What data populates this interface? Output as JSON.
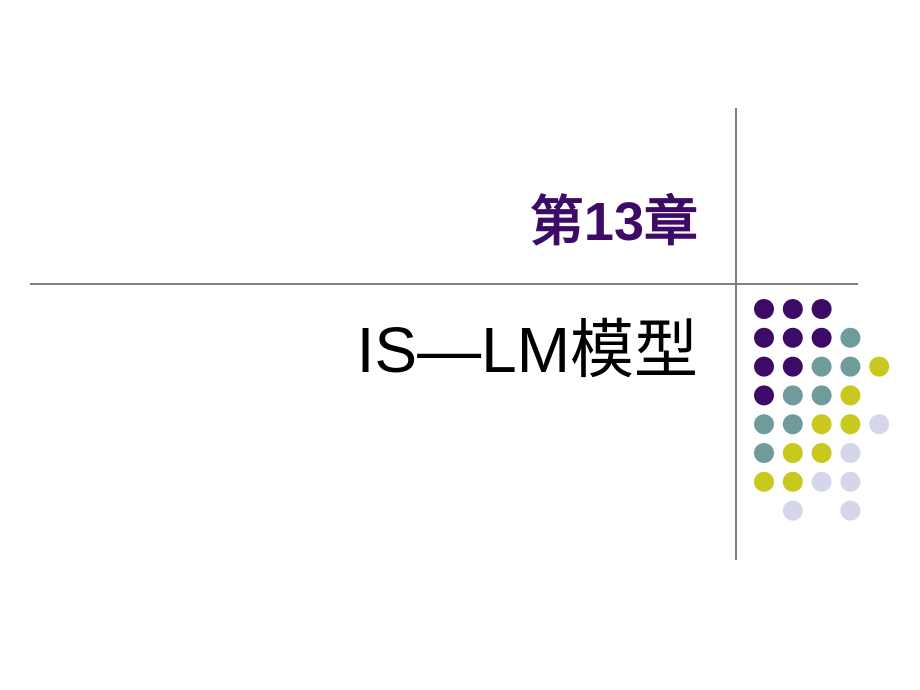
{
  "slide": {
    "chapter_title": "第13章",
    "subtitle": "IS—LM模型"
  },
  "colors": {
    "title": "#3d0a66",
    "rule": "#808080",
    "dot_purple": "#3d0a66",
    "dot_teal": "#6f9b9b",
    "dot_yellow": "#c8c81e",
    "dot_lavender": "#d6d6ea"
  },
  "dot_pattern": [
    [
      "purple",
      "purple",
      "purple",
      null,
      null
    ],
    [
      "purple",
      "purple",
      "purple",
      "teal",
      null
    ],
    [
      "purple",
      "purple",
      "teal",
      "teal",
      "yellow"
    ],
    [
      "purple",
      "teal",
      "teal",
      "yellow",
      null
    ],
    [
      "teal",
      "teal",
      "yellow",
      "yellow",
      "lavender"
    ],
    [
      "teal",
      "yellow",
      "yellow",
      "lavender",
      null
    ],
    [
      "yellow",
      "yellow",
      "lavender",
      "lavender",
      null
    ],
    [
      null,
      "lavender",
      null,
      "lavender",
      null
    ]
  ]
}
